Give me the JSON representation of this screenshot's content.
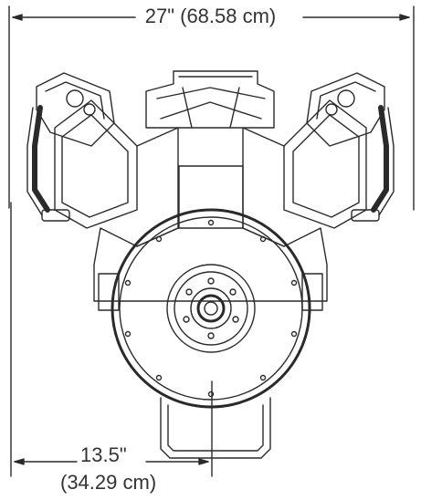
{
  "dimensions": {
    "overall_width": "27\" (68.58 cm)",
    "half_width_line1": "13.5\"",
    "half_width_line2": "(34.29 cm)"
  },
  "colors": {
    "line": "#2a2a2a",
    "text": "#333333",
    "background": "#ffffff"
  }
}
